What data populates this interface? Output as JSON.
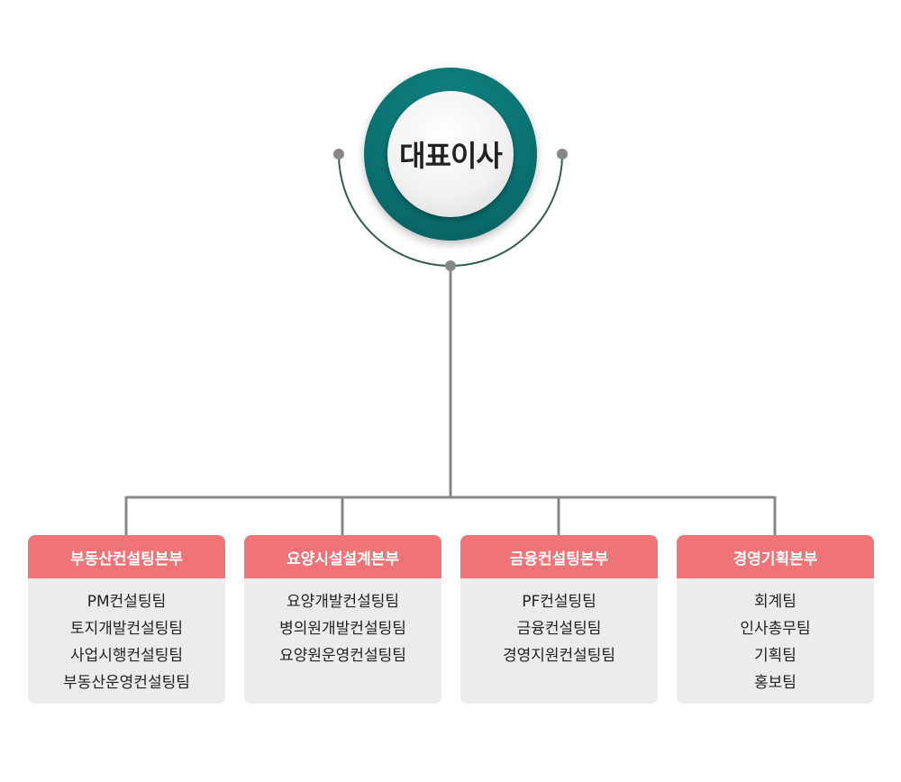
{
  "ceo": {
    "title": "대표이사"
  },
  "colors": {
    "ceo_ring": "#0b7070",
    "arc": "#2f5b54",
    "connector": "#888888",
    "dept_header": "#f07377",
    "dept_body": "#ececec"
  },
  "departments": [
    {
      "name": "부동산컨설팅본부",
      "teams": [
        "PM컨설팅팀",
        "토지개발컨설팅팀",
        "사업시행컨설팅팀",
        "부동산운영컨설팅팀"
      ]
    },
    {
      "name": "요양시설설계본부",
      "teams": [
        "요양개발컨설팅팀",
        "병의원개발컨설팅팀",
        "요양원운영컨설팅팀"
      ]
    },
    {
      "name": "금융컨설팅본부",
      "teams": [
        "PF컨설팅팀",
        "금융컨설팅팀",
        "경영지원컨설팅팀"
      ]
    },
    {
      "name": "경영기획본부",
      "teams": [
        "회계팀",
        "인사총무팀",
        "기획팀",
        "홍보팀"
      ]
    }
  ]
}
